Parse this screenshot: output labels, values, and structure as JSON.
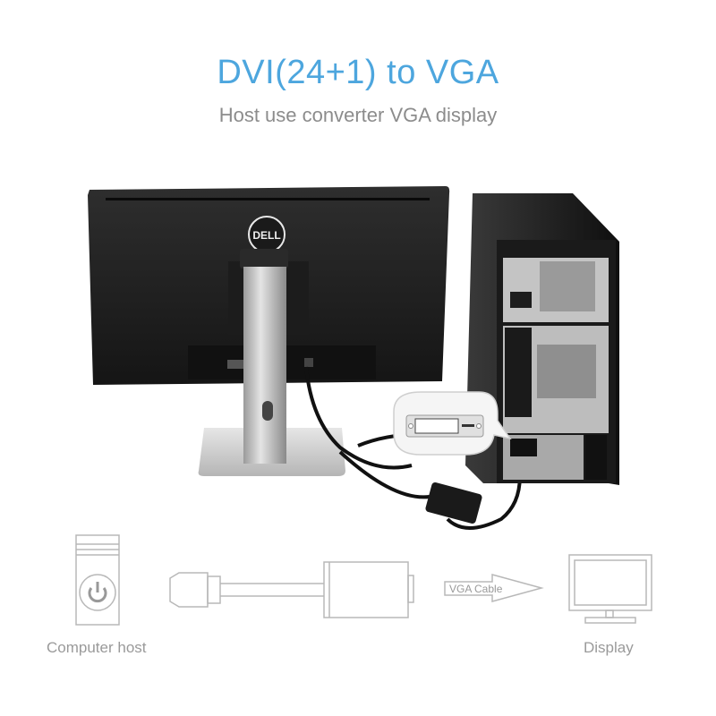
{
  "header": {
    "title": "DVI(24+1) to VGA",
    "subtitle": "Host use converter VGA display"
  },
  "photo": {
    "monitor_brand": "DELL",
    "callout_icon": "dvi-port-icon"
  },
  "diagram": {
    "host_label": "Computer host",
    "cable_label": "VGA Cable",
    "display_label": "Display"
  },
  "colors": {
    "title": "#4da6de",
    "subtitle": "#8c8c8c",
    "lineart": "#b8b8b8",
    "monitor_body": "#232323",
    "stand": "#c9c9c9"
  }
}
